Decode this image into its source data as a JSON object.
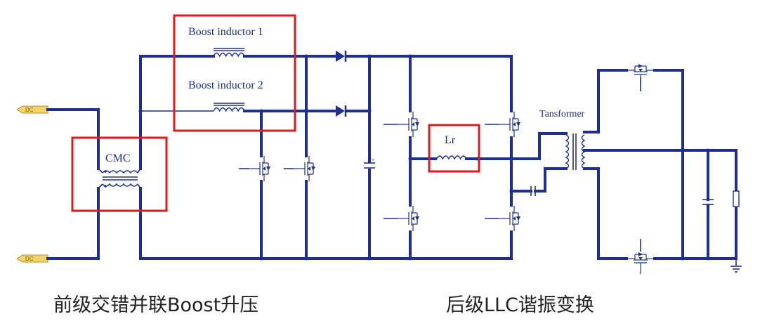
{
  "labels": {
    "boost_inductor_1": "Boost  inductor 1",
    "boost_inductor_2": "Boost  inductor 2",
    "cmc": "CMC",
    "lr": "Lr",
    "transformer": "Tansformer",
    "dc_top": "DC",
    "dc_bottom": "DC"
  },
  "captions": {
    "left": "前级交错并联Boost升压",
    "right": "后级LLC谐振变换"
  },
  "colors": {
    "wire": "#1f2f8f",
    "highlight_box": "#e0191e",
    "caption_text": "#222222"
  }
}
